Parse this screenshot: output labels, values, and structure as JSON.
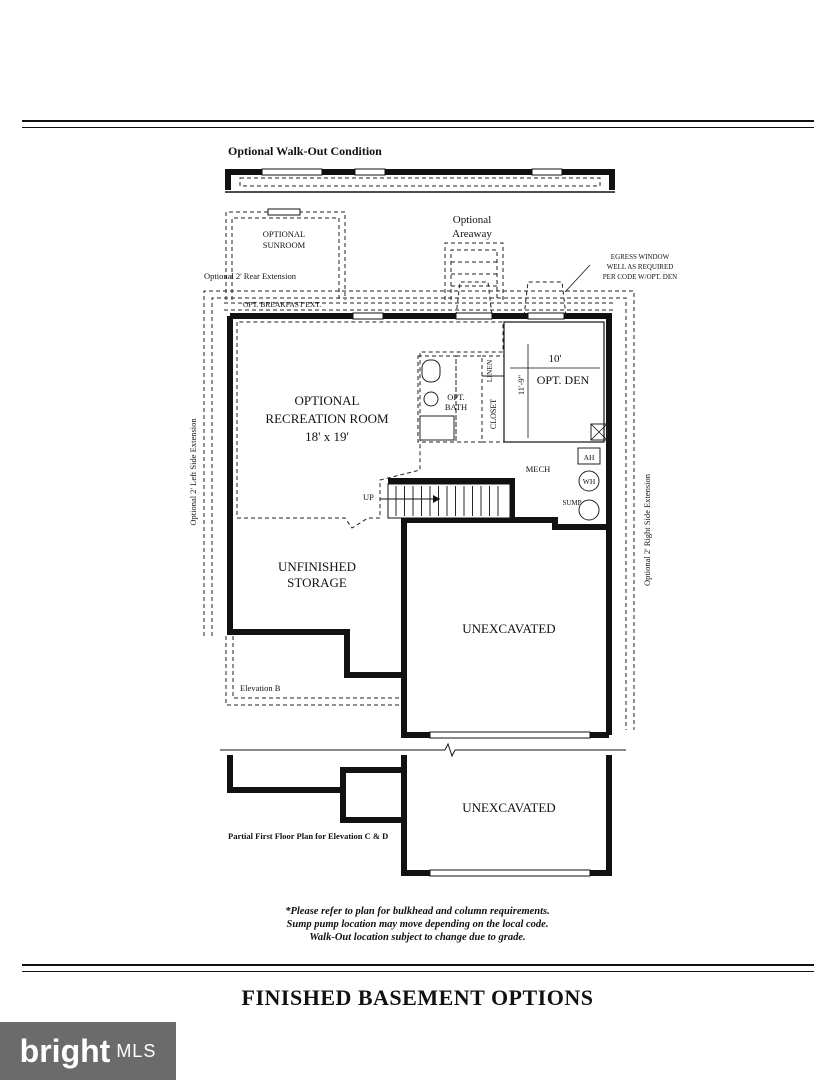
{
  "plan": {
    "walkout_title": "Optional Walk-Out Condition",
    "optional_sunroom_line1": "OPTIONAL",
    "optional_sunroom_line2": "SUNROOM",
    "optional_rear_ext": "Optional 2' Rear Extension",
    "opt_breakfast_ext": "OPT. BREAKFAST EXT.",
    "optional_areaway_line1": "Optional",
    "optional_areaway_line2": "Areaway",
    "egress_line1": "EGRESS WINDOW",
    "egress_line2": "WELL AS REQUIRED",
    "egress_line3": "PER CODE W/OPT. DEN",
    "rec_room_line1": "OPTIONAL",
    "rec_room_line2": "RECREATION ROOM",
    "rec_room_size": "18' x 19'",
    "opt_bath_line1": "OPT.",
    "opt_bath_line2": "BATH",
    "linen": "LINEN",
    "closet": "CLOSET",
    "opt_den": "OPT. DEN",
    "den_width": "10'",
    "den_depth": "11'-9\"",
    "mech": "MECH",
    "ah": "AH",
    "wh": "WH",
    "sump": "SUMP",
    "up": "UP",
    "left_side_ext": "Optional 2' Left Side Extension",
    "right_side_ext": "Optional 2' Right Side Extension",
    "unfinished_storage_line1": "UNFINISHED",
    "unfinished_storage_line2": "STORAGE",
    "unexcavated_main": "UNEXCAVATED",
    "elevation_b": "Elevation B",
    "unexcavated_partial": "UNEXCAVATED",
    "partial_plan_caption": "Partial First Floor Plan for Elevation C & D"
  },
  "notes": {
    "line1": "*Please refer to plan for bulkhead and column requirements.",
    "line2": "Sump pump location may move depending on the local code.",
    "line3": "Walk-Out location subject to change due to grade."
  },
  "footer": {
    "title": "FINISHED BASEMENT OPTIONS"
  },
  "brand": {
    "logo_text": "bright",
    "mls_text": "MLS",
    "accent_color": "#e8742f"
  }
}
